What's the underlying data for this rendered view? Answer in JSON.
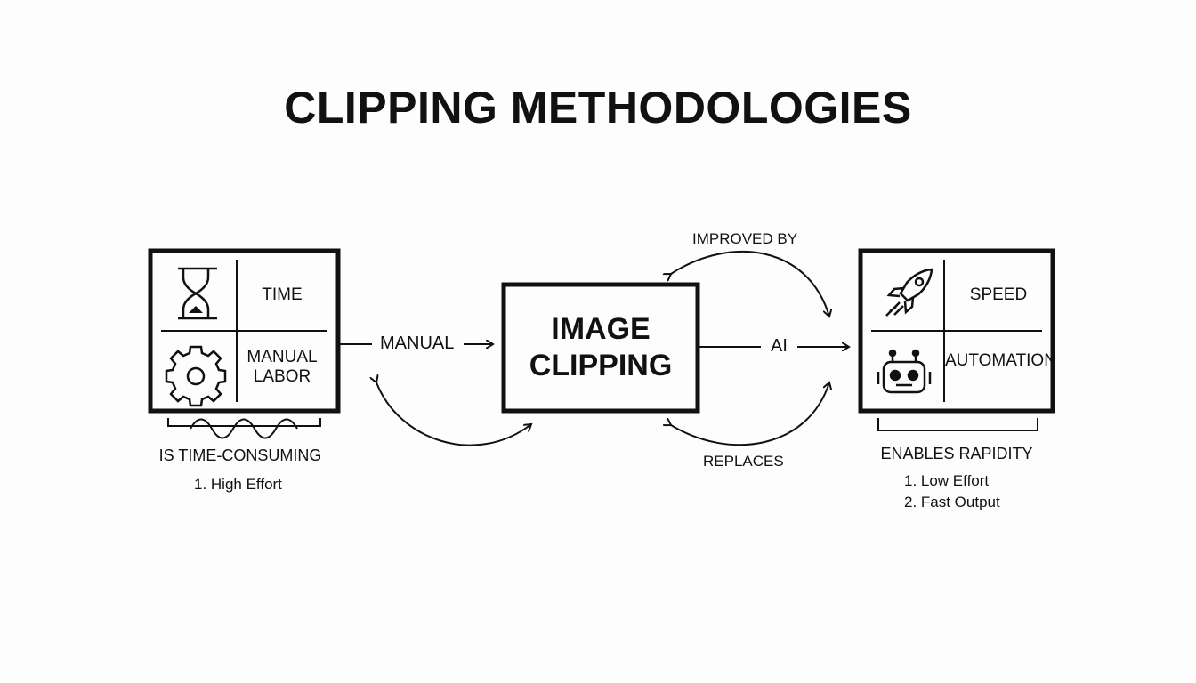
{
  "title": "CLIPPING METHODOLOGIES",
  "center": {
    "line1": "IMAGE",
    "line2": "CLIPPING"
  },
  "left_box": {
    "top_label": "TIME",
    "top_icon": "hourglass-icon",
    "bottom_label_line1": "MANUAL",
    "bottom_label_line2": "LABOR",
    "bottom_icon": "gear-icon",
    "caption": "IS TIME-CONSUMING",
    "list": [
      "1. High Effort"
    ]
  },
  "right_box": {
    "top_label": "SPEED",
    "top_icon": "rocket-icon",
    "bottom_label": "AUTOMATION",
    "bottom_icon": "robot-icon",
    "caption": "ENABLES RAPIDITY",
    "list": [
      "1. Low Effort",
      "2. Fast Output"
    ]
  },
  "connections": {
    "left_to_center": "MANUAL",
    "center_to_right": "AI",
    "arc_top": "IMPROVED BY",
    "arc_bottom": "REPLACES"
  },
  "colors": {
    "stroke": "#111111",
    "background": "#fdfdfd"
  }
}
